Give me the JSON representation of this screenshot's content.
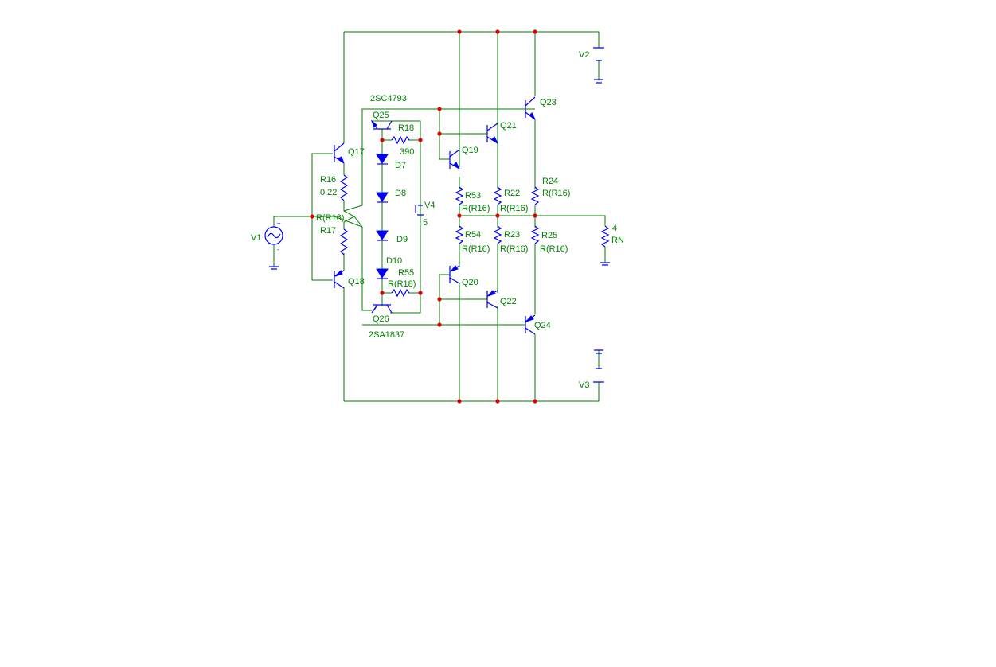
{
  "colors": {
    "wire": "#007f00",
    "component": "#0000ee",
    "node": "#e00000",
    "text": "#007f00"
  },
  "labels": {
    "q17": "Q17",
    "q18": "Q18",
    "q19": "Q19",
    "q20": "Q20",
    "q21": "Q21",
    "q22": "Q22",
    "q23": "Q23",
    "q24": "Q24",
    "q25": "Q25",
    "q26": "Q26",
    "q25_model": "2SC4793",
    "q26_model": "2SA1837",
    "r16": "R16",
    "r16_val": "0.22",
    "r16_mid": "R(R16)",
    "r17": "R17",
    "r18": "R18",
    "r18_val": "390",
    "r55": "R55",
    "r55_val": "R(R18)",
    "r53": "R53",
    "r53_val": "R(R16)",
    "r54": "R54",
    "r54_val": "R(R16)",
    "r22": "R22",
    "r22_val": "R(R16)",
    "r23": "R23",
    "r23_val": "R(R16)",
    "r24": "R24",
    "r24_val": "R(R16)",
    "r25": "R25",
    "r25_val": "R(R16)",
    "rn": "RN",
    "rn_val": "4",
    "d7": "D7",
    "d8": "D8",
    "d9": "D9",
    "d10": "D10",
    "v1": "V1",
    "v2": "V2",
    "v3": "V3",
    "v4": "V4",
    "v4_val": "5",
    "plus": "+",
    "minus": "-"
  }
}
